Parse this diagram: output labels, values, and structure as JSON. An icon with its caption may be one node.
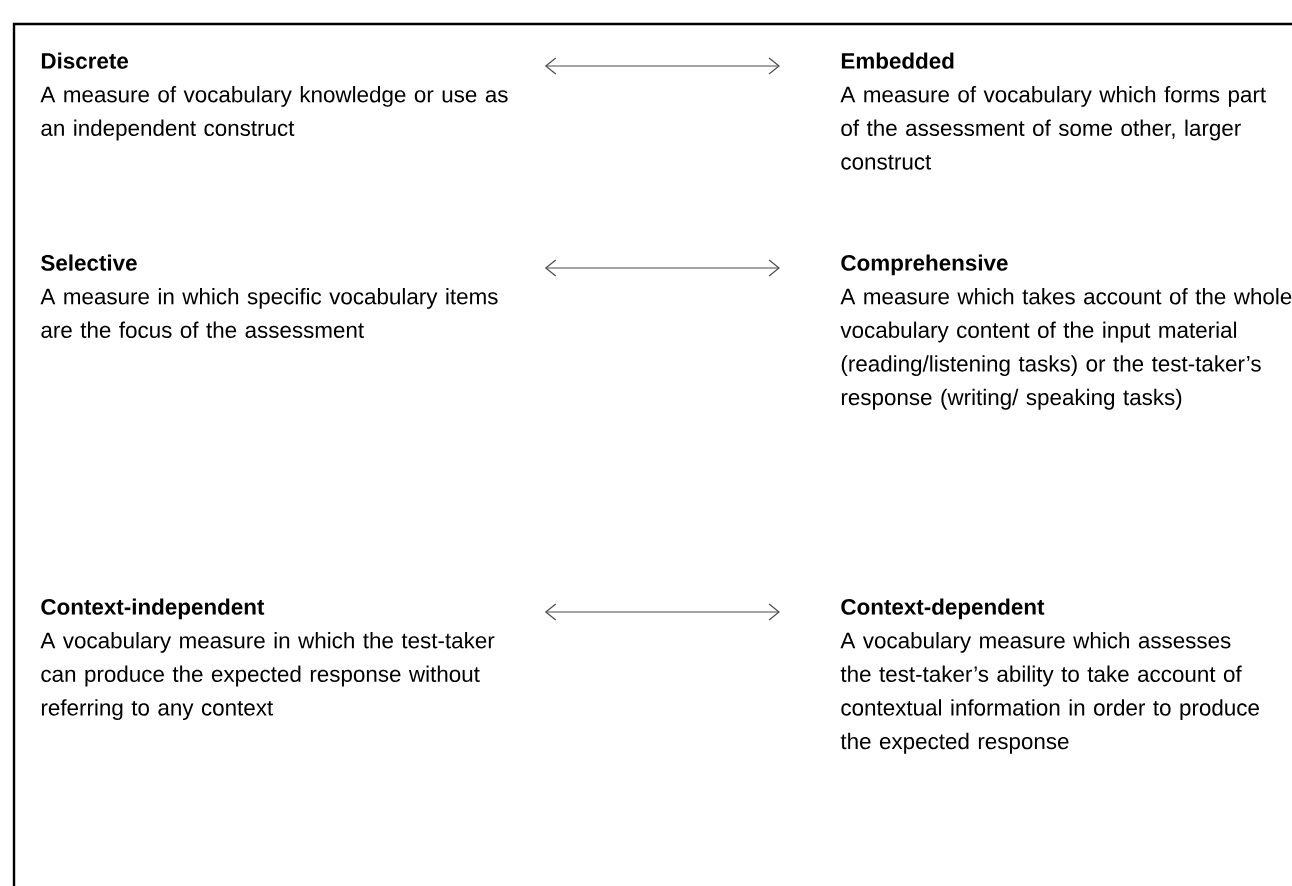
{
  "diagram": {
    "nodes": [
      {
        "text": [
          "Discrete",
          "A measure of vocabulary knowledge or use as an independent construct"
        ]
      },
      {
        "text": [
          "Embedded",
          "A measure of vocabulary which forms part of the assessment of some other, larger construct"
        ]
      },
      {
        "text": [
          "Selective",
          "A measure in which specific vocabulary items are the focus of the assessment"
        ]
      },
      {
        "text": [
          "Comprehensive",
          "A measure which takes account of the whole vocabulary content of the input material (reading/listening tasks) or the test-taker’s response (writing/ speaking tasks)"
        ]
      },
      {
        "text": [
          "Context-independent",
          "A vocabulary measure in which the test-taker can produce the expected response without referring to any context"
        ]
      },
      {
        "text": [
          "Context-dependent",
          "A vocabulary measure which assesses the test-taker’s ability to take account of contextual information in order to produce the expected response"
        ]
      }
    ],
    "edges": [
      {
        "from": 0,
        "to": 1,
        "arrow": "both"
      },
      {
        "from": 2,
        "to": 3,
        "arrow": "both"
      },
      {
        "from": 4,
        "to": 5,
        "arrow": "both"
      }
    ]
  }
}
